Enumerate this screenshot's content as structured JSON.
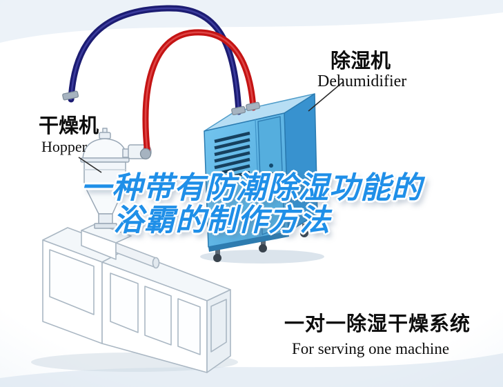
{
  "title": {
    "line1": "一种带有防潮除湿功能的",
    "line2": "浴霸的制作方法",
    "color": "#1f8fe8"
  },
  "labels": {
    "dehumidifier": {
      "zh": "除湿机",
      "en": "Dehumidifier"
    },
    "hopper": {
      "zh": "干燥机",
      "en": "Hopper"
    },
    "system": {
      "zh": "一对一除湿干燥系统",
      "en": "For serving one machine"
    }
  },
  "colors": {
    "title_blue": "#1f8fe8",
    "pipe_red": "#c41414",
    "pipe_navy": "#1c1c72",
    "machine_front_blue": "#62bbe9",
    "machine_top_blue": "#b7def4",
    "machine_side_blue": "#3892cf",
    "vent_dark": "#16405e",
    "line_art_stroke": "#aab7c3",
    "background_edge": "#d2dfeb",
    "text_black": "#0d0d0d"
  }
}
